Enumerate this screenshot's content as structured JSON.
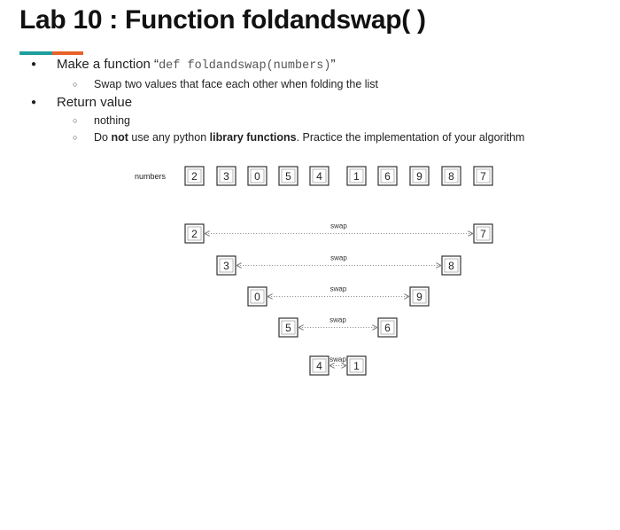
{
  "slide": {
    "title": "Lab 10 : Function foldandswap( )",
    "accent_colors": [
      "#1f9e9e",
      "#e8622a"
    ]
  },
  "bullets": [
    {
      "prefix": "Make a function “",
      "code": "def foldandswap(numbers)",
      "suffix": "”",
      "sub": [
        "Swap two values that face each other when folding the list"
      ]
    },
    {
      "text": "Return value",
      "sub_nothing": "nothing",
      "sub_detail": {
        "p1": "Do ",
        "b1": "not",
        "p2": " use any python ",
        "b2": "library functions",
        "p3": ". Practice the implementation of your algorithm"
      }
    }
  ],
  "diagram": {
    "list_label": "numbers",
    "numbers": [
      "2",
      "3",
      "0",
      "5",
      "4",
      "1",
      "6",
      "9",
      "8",
      "7"
    ],
    "swap_label": "swap",
    "pairs": [
      {
        "left": "2",
        "right": "7"
      },
      {
        "left": "3",
        "right": "8"
      },
      {
        "left": "0",
        "right": "9"
      },
      {
        "left": "5",
        "right": "6"
      },
      {
        "left": "4",
        "right": "1"
      }
    ]
  }
}
